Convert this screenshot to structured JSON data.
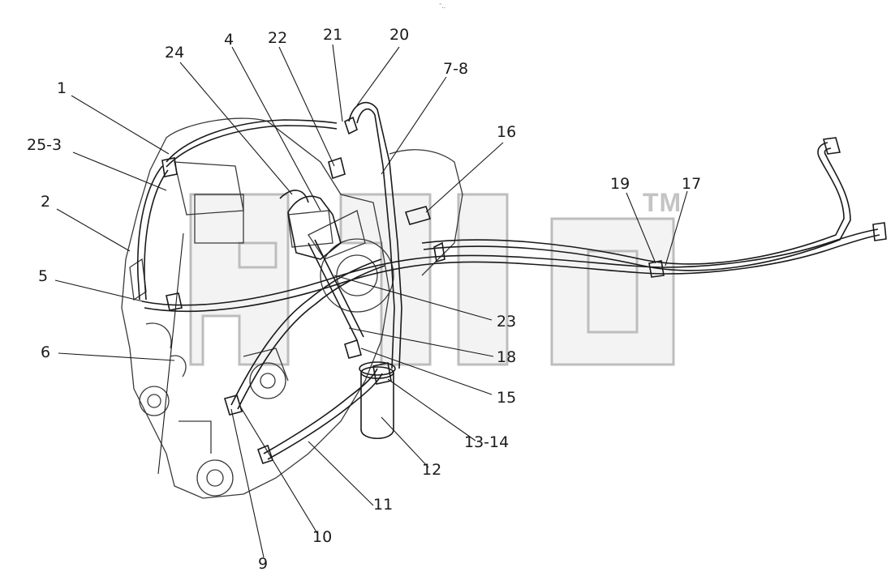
{
  "watermark": {
    "text": "TM",
    "color": "#c4c4c4"
  },
  "header_mark": "˜‥",
  "line_color": "#1a1a1a",
  "callouts": [
    {
      "id": "c1",
      "label": "1"
    },
    {
      "id": "c25_3",
      "label": "25-3"
    },
    {
      "id": "c2",
      "label": "2"
    },
    {
      "id": "c5",
      "label": "5"
    },
    {
      "id": "c6",
      "label": "6"
    },
    {
      "id": "c24",
      "label": "24"
    },
    {
      "id": "c4",
      "label": "4"
    },
    {
      "id": "c22",
      "label": "22"
    },
    {
      "id": "c21",
      "label": "21"
    },
    {
      "id": "c20",
      "label": "20"
    },
    {
      "id": "c7_8",
      "label": "7-8"
    },
    {
      "id": "c16",
      "label": "16"
    },
    {
      "id": "c19",
      "label": "19"
    },
    {
      "id": "c17",
      "label": "17"
    },
    {
      "id": "c23",
      "label": "23"
    },
    {
      "id": "c18",
      "label": "18"
    },
    {
      "id": "c15",
      "label": "15"
    },
    {
      "id": "c13_14",
      "label": "13-14"
    },
    {
      "id": "c12",
      "label": "12"
    },
    {
      "id": "c11",
      "label": "11"
    },
    {
      "id": "c10",
      "label": "10"
    },
    {
      "id": "c9",
      "label": "9"
    }
  ]
}
